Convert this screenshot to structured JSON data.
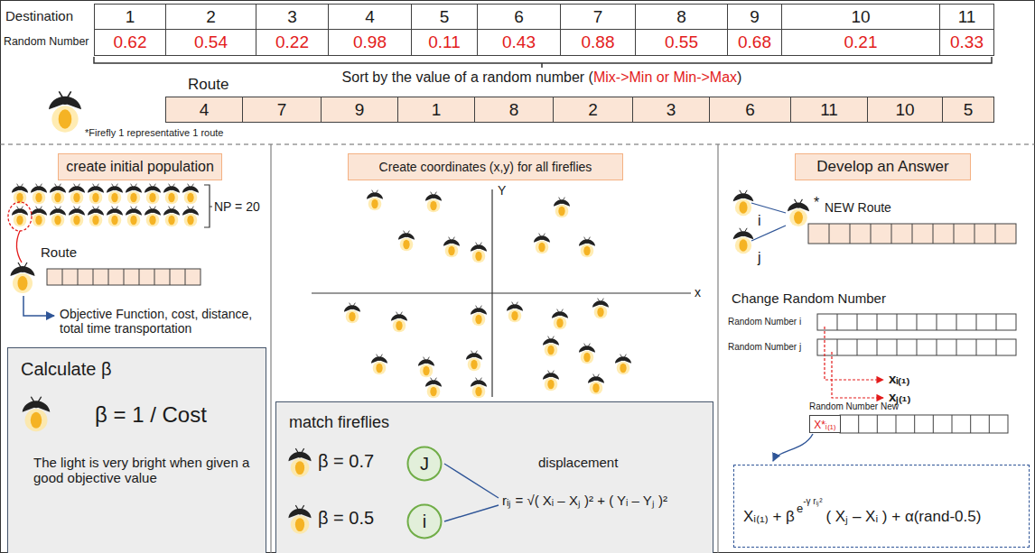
{
  "diagram": {
    "nodes": [
      {
        "text": [
          "create initial population"
        ]
      },
      {
        "text": [
          "Create coordinates (x,y) for all fireflies"
        ]
      },
      {
        "text": [
          "Develop an Answer"
        ]
      },
      {
        "text": [
          "Calculate β",
          "β = 1 / Cost",
          "The light is very bright when given a good objective value"
        ]
      },
      {
        "text": [
          "match fireflies",
          "β = 0.7",
          "β = 0.5",
          "displacement",
          "rᵢⱼ = √( Xᵢ – Xⱼ )² + ( Yᵢ – Yⱼ )²"
        ]
      },
      {
        "text": [
          "J"
        ],
        "in": 4
      },
      {
        "text": [
          "i"
        ],
        "in": 4
      },
      {
        "text": [
          "Xᵢ₍₁₎ + β",
          "e",
          "-γ rᵢⱼ²",
          "( Xⱼ – Xᵢ ) + α(rand-0.5)"
        ]
      }
    ],
    "labels": [
      "Destination",
      "1",
      "2",
      "3",
      "4",
      "5",
      "6",
      "7",
      "8",
      "9",
      "10",
      "11",
      "Random Number",
      "0.62",
      "0.54",
      "0.22",
      "0.98",
      "0.11",
      "0.43",
      "0.88",
      "0.55",
      "0.68",
      "0.21",
      "0.33",
      "Sort by the value of a random number (",
      "Mix->Min or Min->Max",
      ")",
      "Route",
      "4",
      "7",
      "9",
      "1",
      "8",
      "2",
      "3",
      "6",
      "11",
      "10",
      "5",
      "*Firefly 1 representative 1 route",
      "NP = 20",
      "Route",
      "Objective Function, cost, distance, total time transportation",
      "Y",
      "x",
      "i",
      "j",
      "*",
      "NEW Route",
      "Change Random Number",
      "Random Number i",
      "Random Number j",
      "xᵢ₍₁₎",
      "xⱼ₍₁₎",
      "Random Number New",
      "X*ᵢ₍₁₎"
    ]
  }
}
